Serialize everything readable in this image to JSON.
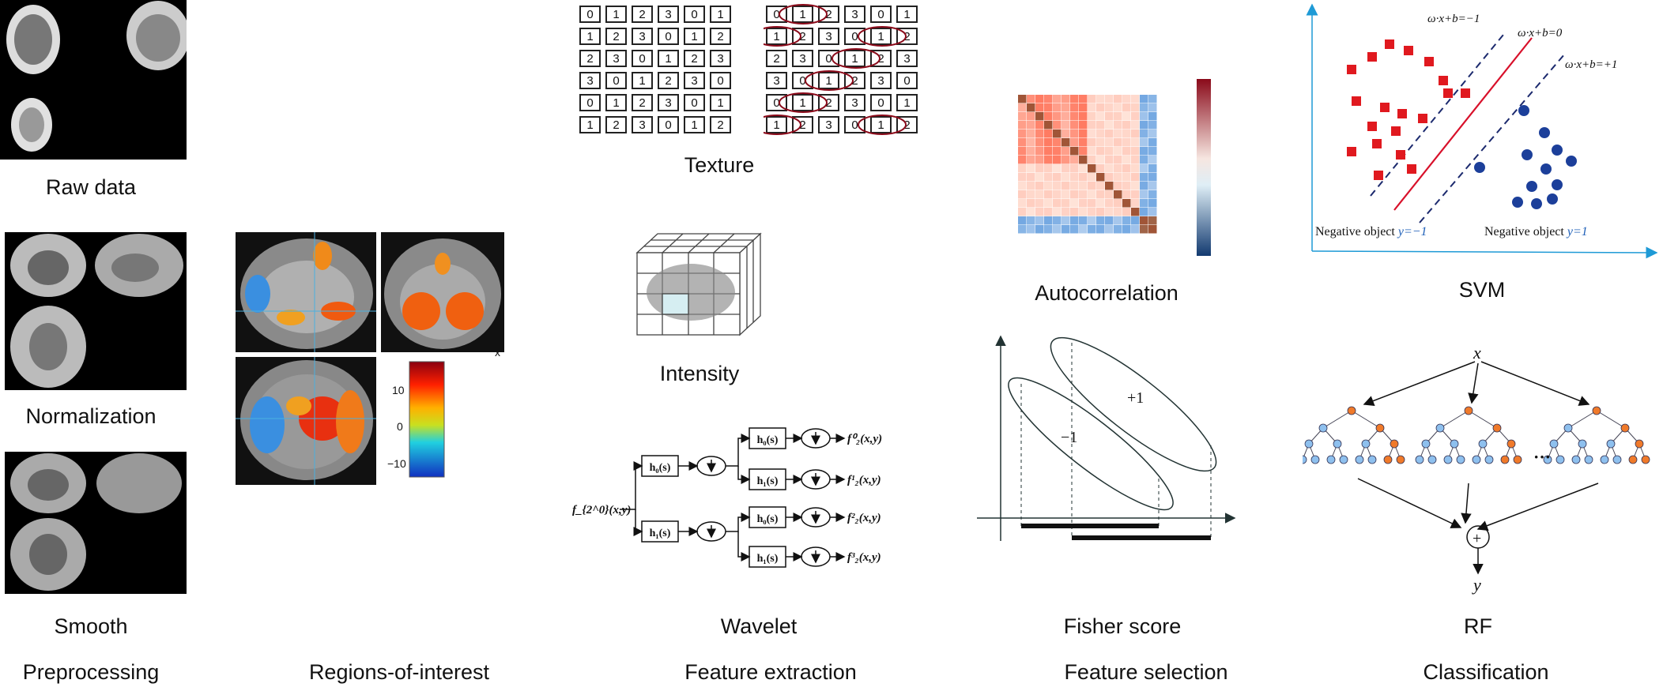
{
  "columns": {
    "preprocessing": {
      "title": "Preprocessing",
      "steps": [
        "Raw data",
        "Normalization",
        "Smooth"
      ]
    },
    "roi": {
      "title": "Regions-of-interest",
      "colorbar_ticks": [
        "10",
        "0",
        "−10"
      ],
      "corner_mark": "x"
    },
    "feature_extraction": {
      "title": "Feature extraction",
      "methods": [
        "Texture",
        "Intensity",
        "Wavelet"
      ],
      "texture_matrix": [
        [
          0,
          1,
          2,
          3,
          0,
          1
        ],
        [
          1,
          2,
          3,
          0,
          1,
          2
        ],
        [
          2,
          3,
          0,
          1,
          2,
          3
        ],
        [
          3,
          0,
          1,
          2,
          3,
          0
        ],
        [
          0,
          1,
          2,
          3,
          0,
          1
        ],
        [
          1,
          2,
          3,
          0,
          1,
          2
        ]
      ],
      "wavelet": {
        "input": "f_{2^0}(x,y)",
        "level1_filters": [
          "h₀(s)",
          "h₁(s)"
        ],
        "level2_filters": [
          "h₀(s)",
          "h₁(s)",
          "h₀(s)",
          "h₁(s)"
        ],
        "outputs": [
          "f⁰₂(x,y)",
          "f¹₂(x,y)",
          "f²₂(x,y)",
          "f³₂(x,y)"
        ]
      }
    },
    "feature_selection": {
      "title": "Feature selection",
      "methods": [
        "Autocorrelation",
        "Fisher score"
      ],
      "fisher_classes": [
        "+1",
        "−1"
      ]
    },
    "classification": {
      "title": "Classification",
      "methods": [
        "SVM",
        "RF"
      ],
      "svm": {
        "lines": [
          "ω·x+b=−1",
          "ω·x+b=0",
          "ω·x+b=+1"
        ],
        "neg_label": "Negative object",
        "neg_y": "y=−1",
        "pos_label": "Negative object",
        "pos_y": "y=1",
        "colors": {
          "neg": "#e0191f",
          "pos": "#1c3f9a",
          "axis": "#1e9ad6"
        }
      },
      "rf": {
        "input": "x",
        "ellipsis": "···",
        "output": "y",
        "combine": "+"
      }
    }
  }
}
